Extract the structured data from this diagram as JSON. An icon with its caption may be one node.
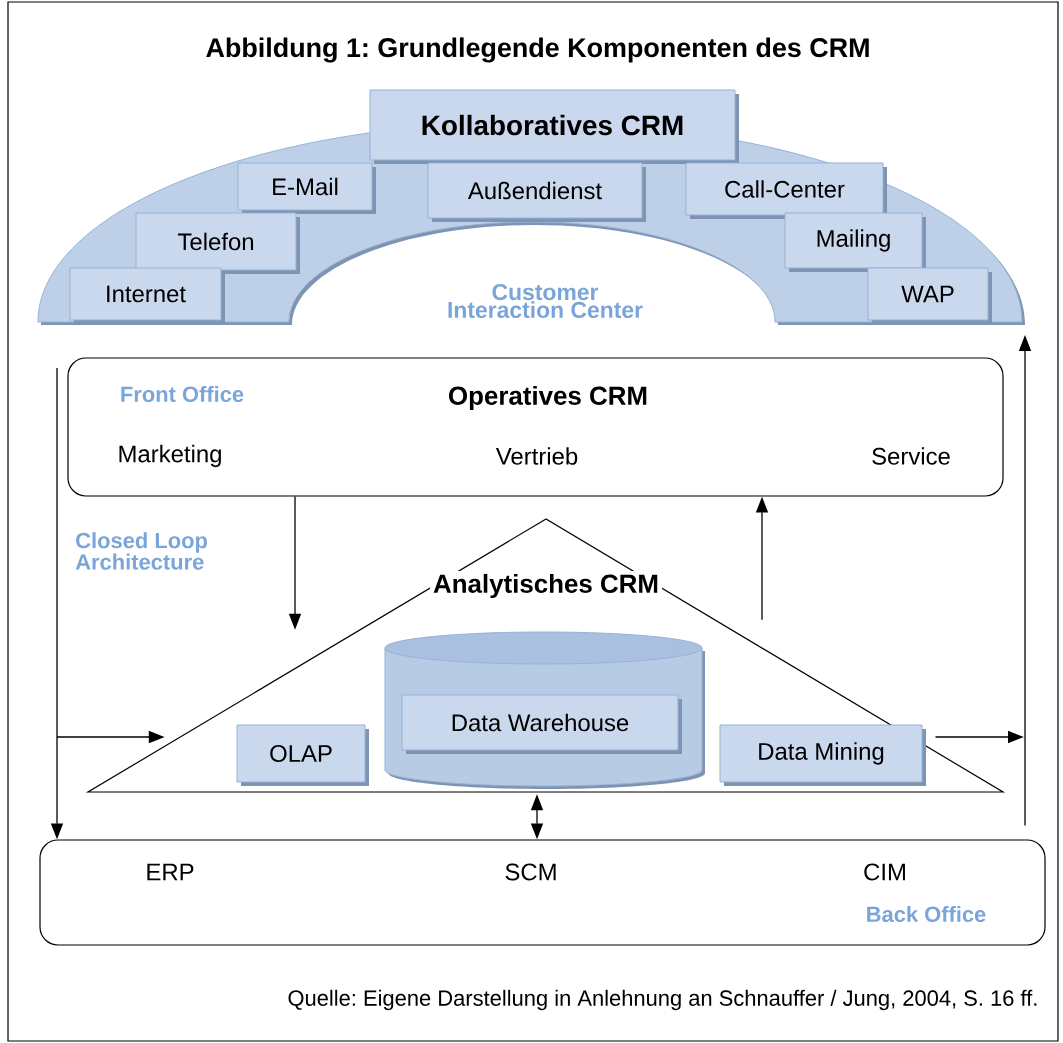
{
  "diagram": {
    "title": "Abbildung 1: Grundlegende Komponenten des CRM",
    "caption": "Quelle: Eigene Darstellung in Anlehnung an Schnauffer / Jung, 2004, S. 16 ff.",
    "nodes": [
      {
        "text": [
          "Customer Interaction Center"
        ]
      },
      {
        "text": [
          "Kollaboratives CRM"
        ]
      },
      {
        "text": [
          "E-Mail"
        ],
        "in": 0
      },
      {
        "text": [
          "Außendienst"
        ],
        "in": 0
      },
      {
        "text": [
          "Call-Center"
        ],
        "in": 0
      },
      {
        "text": [
          "Telefon"
        ],
        "in": 0
      },
      {
        "text": [
          "Mailing"
        ],
        "in": 0
      },
      {
        "text": [
          "Internet"
        ],
        "in": 0
      },
      {
        "text": [
          "WAP"
        ],
        "in": 0
      },
      {
        "text": [
          "Front Office",
          "Operatives CRM",
          "Marketing",
          "Vertrieb",
          "Service"
        ]
      },
      {
        "text": [
          "Analytisches CRM"
        ]
      },
      {
        "text": [
          "OLAP"
        ],
        "in": 10
      },
      {
        "text": [],
        "shape": "cylinder",
        "in": 10
      },
      {
        "text": [
          "Data Warehouse"
        ],
        "in": 12
      },
      {
        "text": [
          "Data Mining"
        ],
        "in": 10
      },
      {
        "text": [
          "ERP",
          "SCM",
          "CIM",
          "Back Office"
        ]
      }
    ],
    "edges": [
      {
        "from": null,
        "to": 15,
        "arrow": "to"
      },
      {
        "from": null,
        "to": 10,
        "arrow": "to"
      },
      {
        "from": 9,
        "to": 10,
        "arrow": "to"
      },
      {
        "from": 10,
        "to": 9,
        "arrow": "to"
      },
      {
        "from": 10,
        "to": 15,
        "arrow": "both"
      },
      {
        "from": 14,
        "to": null,
        "arrow": "to"
      },
      {
        "from": 15,
        "to": null,
        "arrow": "to"
      }
    ],
    "labels": [
      "Closed Loop Architecture"
    ]
  }
}
